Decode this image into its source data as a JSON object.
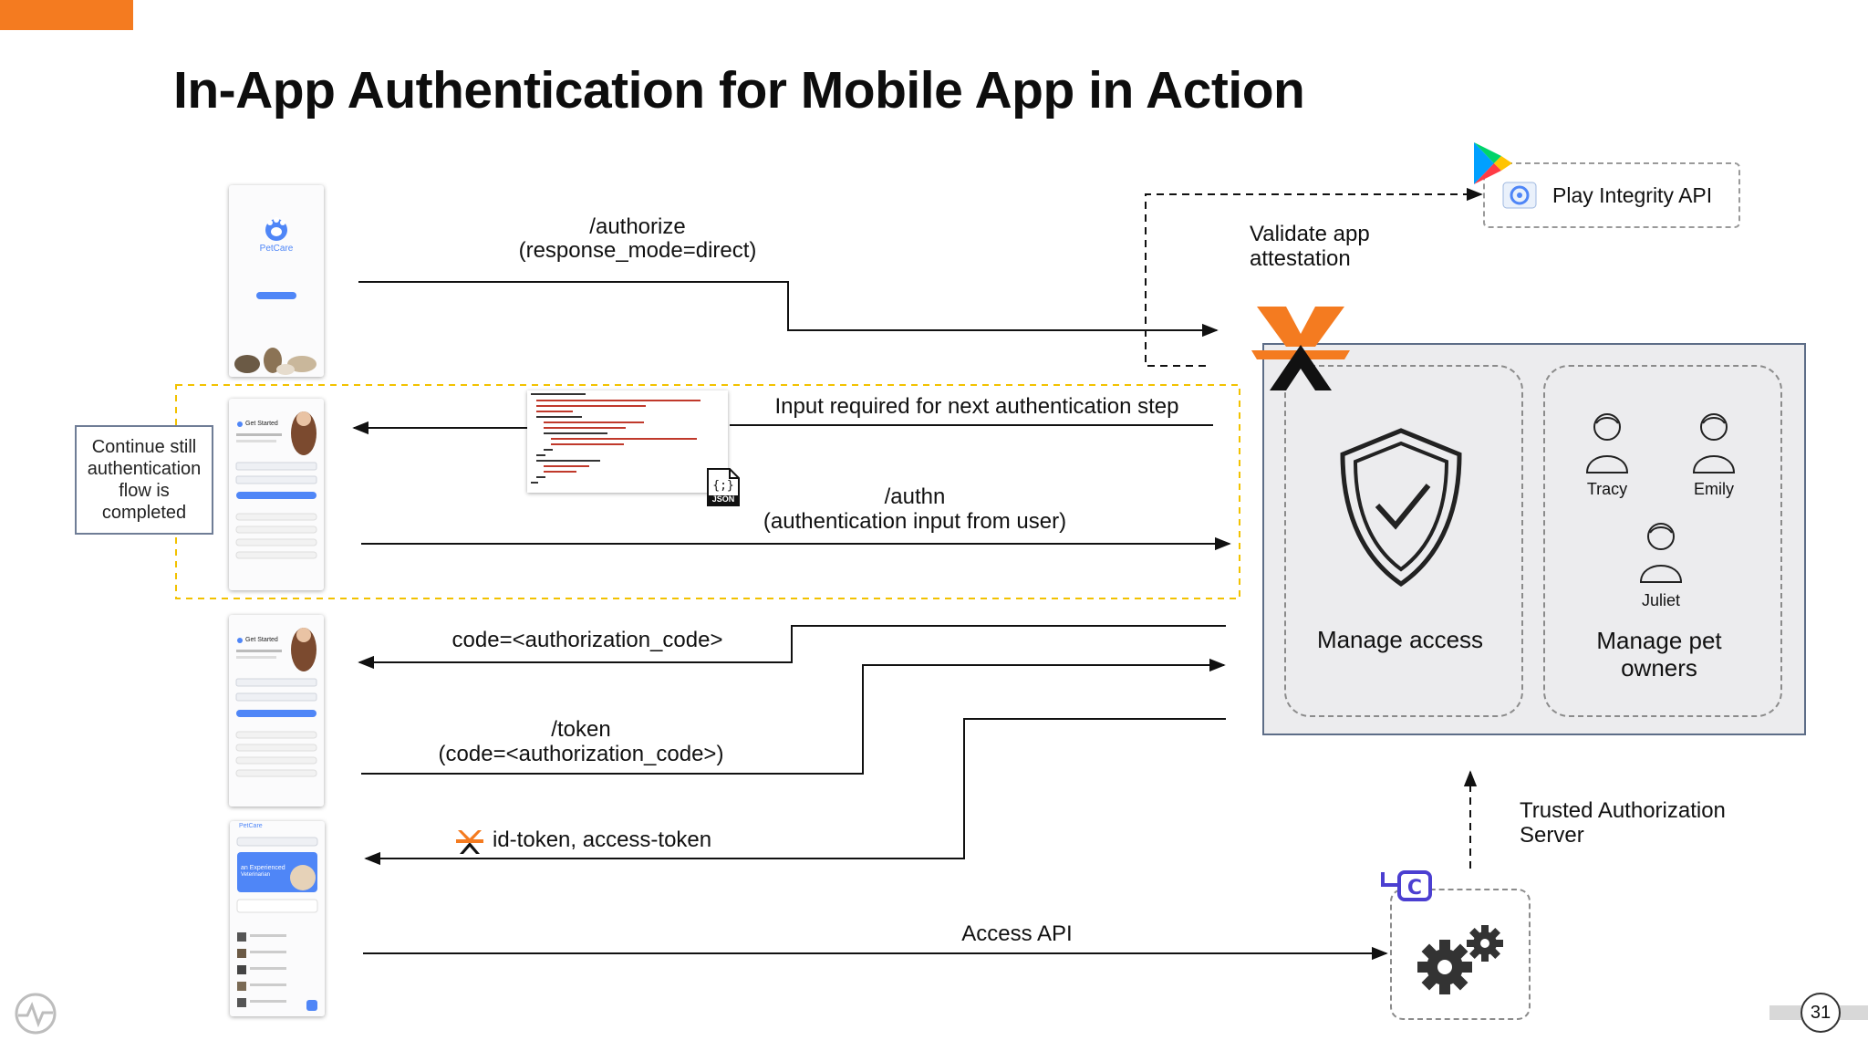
{
  "slide": {
    "title": "In-App Authentication for Mobile App in Action",
    "page_number": "31"
  },
  "colors": {
    "accent_orange": "#f47b20",
    "dashed_highlight": "#f2c200",
    "panel_border": "#5d6d87",
    "panel_fill": "#ececee",
    "brand_blue": "#4f86f7"
  },
  "labels": {
    "authorize_line1": "/authorize",
    "authorize_line2": "(response_mode=direct)",
    "validate_line1": "Validate app",
    "validate_line2": "attestation",
    "play_integrity": "Play Integrity API",
    "input_required": "Input required for next authentication step",
    "authn_line1": "/authn",
    "authn_line2": "(authentication input from user)",
    "continue_note": "Continue still authentication flow is completed",
    "code_response": "code=<authorization_code>",
    "token_line1": "/token",
    "token_line2": "(code=<authorization_code>)",
    "tokens_response": "id-token, access-token",
    "access_api": "Access API",
    "trusted_line1": "Trusted Authorization",
    "trusted_line2": "Server",
    "json_badge": "JSON"
  },
  "server": {
    "manage_access": "Manage access",
    "manage_pet_line1": "Manage pet",
    "manage_pet_line2": "owners",
    "users": [
      "Tracy",
      "Emily",
      "Juliet"
    ]
  },
  "phones": {
    "brand": "PetCare",
    "get_started": "Get Started",
    "experienced": "an Experienced",
    "veterinarian": "Veterinarian"
  },
  "icons": {
    "paw": "paw-icon",
    "shield": "shield-check-icon",
    "user": "user-icon",
    "gears": "gears-icon",
    "play": "google-play-icon",
    "logo": "x-logo-icon"
  }
}
